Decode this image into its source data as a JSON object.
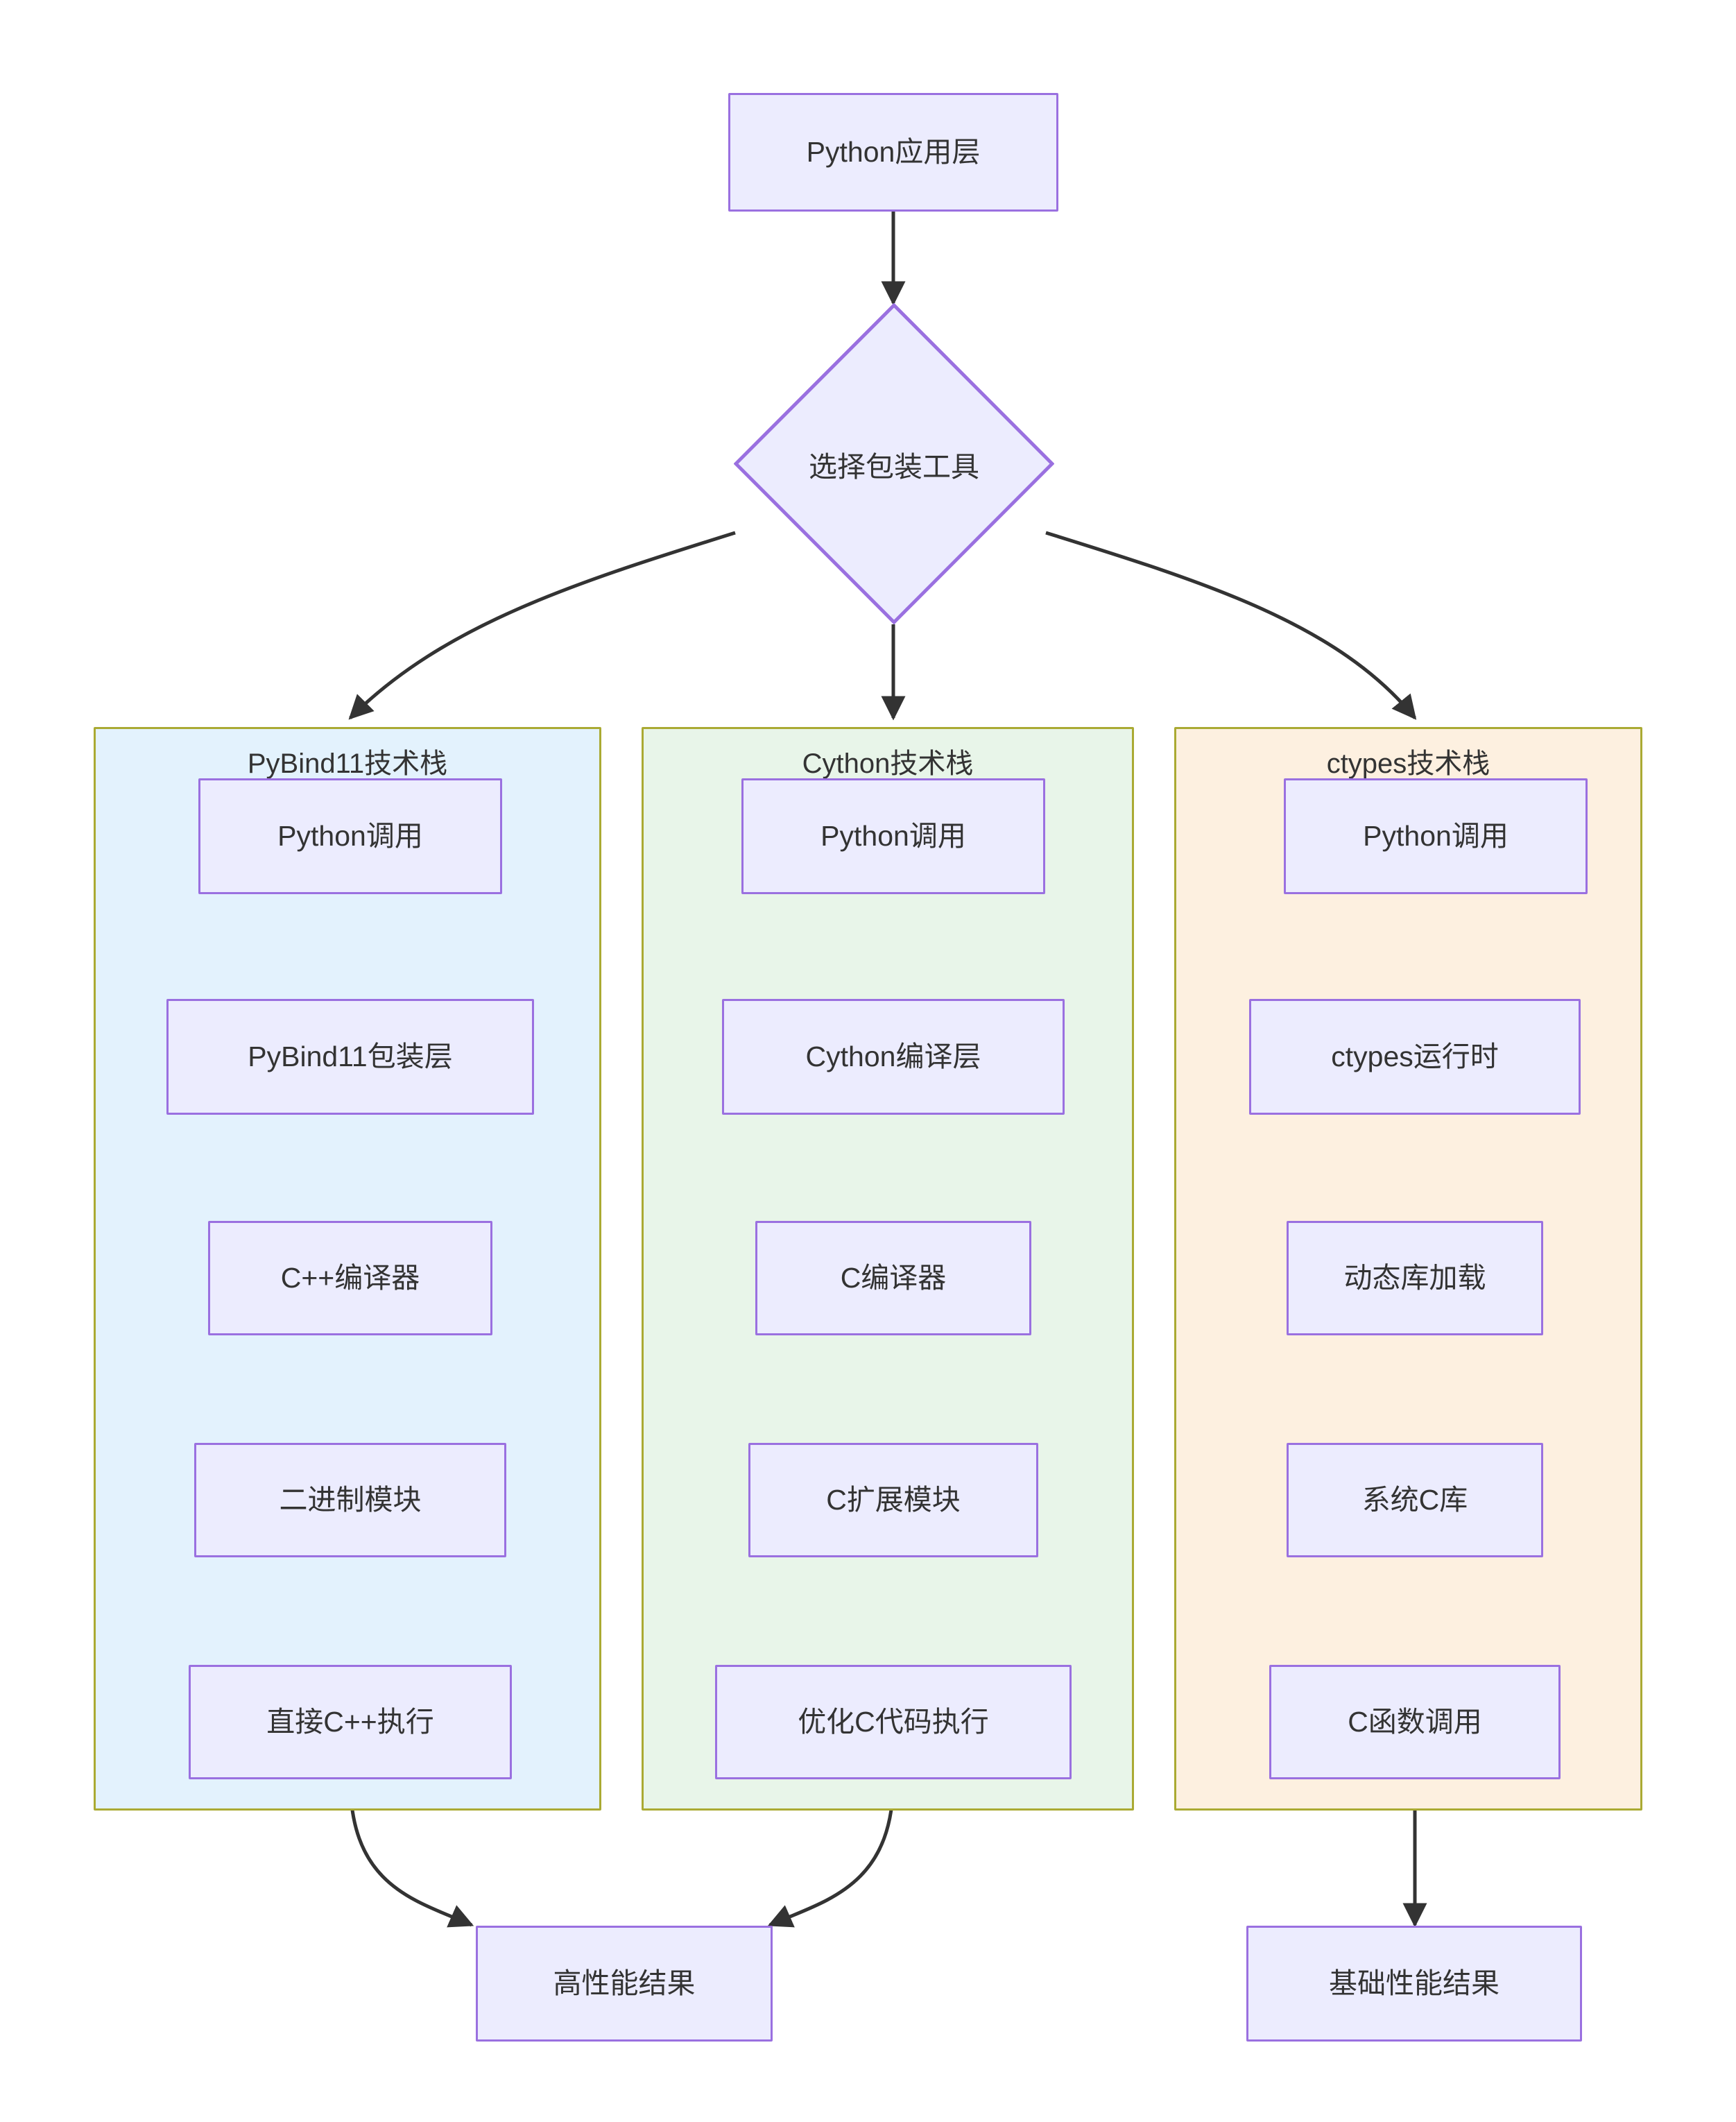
{
  "diagram": {
    "type": "flowchart",
    "direction": "top-down",
    "background": "#ffffff",
    "node_fill": "#ececfe",
    "node_stroke": "#9a70e0",
    "edge_color": "#333333",
    "text_color": "#333333"
  },
  "top": {
    "app_layer": "Python应用层",
    "decision": "选择包装工具"
  },
  "clusters": [
    {
      "id": "pybind11",
      "title": "PyBind11技术栈",
      "fill": "#e3f2fd",
      "stroke": "#aaaa33",
      "nodes": [
        "Python调用",
        "PyBind11包装层",
        "C++编译器",
        "二进制模块",
        "直接C++执行"
      ]
    },
    {
      "id": "cython",
      "title": "Cython技术栈",
      "fill": "#e8f5e9",
      "stroke": "#aaaa33",
      "nodes": [
        "Python调用",
        "Cython编译层",
        "C编译器",
        "C扩展模块",
        "优化C代码执行"
      ]
    },
    {
      "id": "ctypes",
      "title": "ctypes技术栈",
      "fill": "#fdf0e0",
      "stroke": "#aaaa33",
      "nodes": [
        "Python调用",
        "ctypes运行时",
        "动态库加载",
        "系统C库",
        "C函数调用"
      ]
    }
  ],
  "results": {
    "high_performance": "高性能结果",
    "basic_performance": "基础性能结果"
  }
}
